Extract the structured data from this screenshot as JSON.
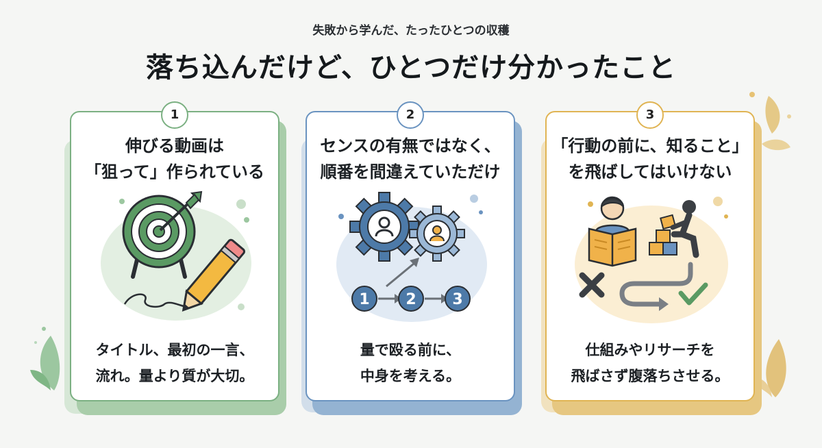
{
  "header": {
    "subtitle": "失敗から学んだ、たったひとつの収穫",
    "title": "落ち込んだけど、ひとつだけ分かったこと"
  },
  "colors": {
    "green": "#7bb082",
    "blue": "#6a93c0",
    "gold": "#e0b453"
  },
  "cards": [
    {
      "number": "1",
      "heading": [
        "伸びる動画は",
        "「狙って」作られている"
      ],
      "body": [
        "タイトル、最初の一言、",
        "流れ。量より質が大切。"
      ],
      "icons": [
        "target-icon",
        "pencil-icon"
      ]
    },
    {
      "number": "2",
      "heading": [
        "センスの有無ではなく、",
        "順番を間違えていただけ"
      ],
      "body": [
        "量で殴る前に、",
        "中身を考える。"
      ],
      "icons": [
        "gear-icon",
        "step-flow-icon"
      ],
      "steps": [
        "1",
        "2",
        "3"
      ]
    },
    {
      "number": "3",
      "heading": [
        "「行動の前に、知ること」",
        "を飛ばしてはいけない"
      ],
      "body": [
        "仕組みやリサーチを",
        "飛ばさず腹落ちさせる。"
      ],
      "icons": [
        "reading-person-icon",
        "building-blocks-icon",
        "cross-icon",
        "checkmark-icon"
      ]
    }
  ]
}
